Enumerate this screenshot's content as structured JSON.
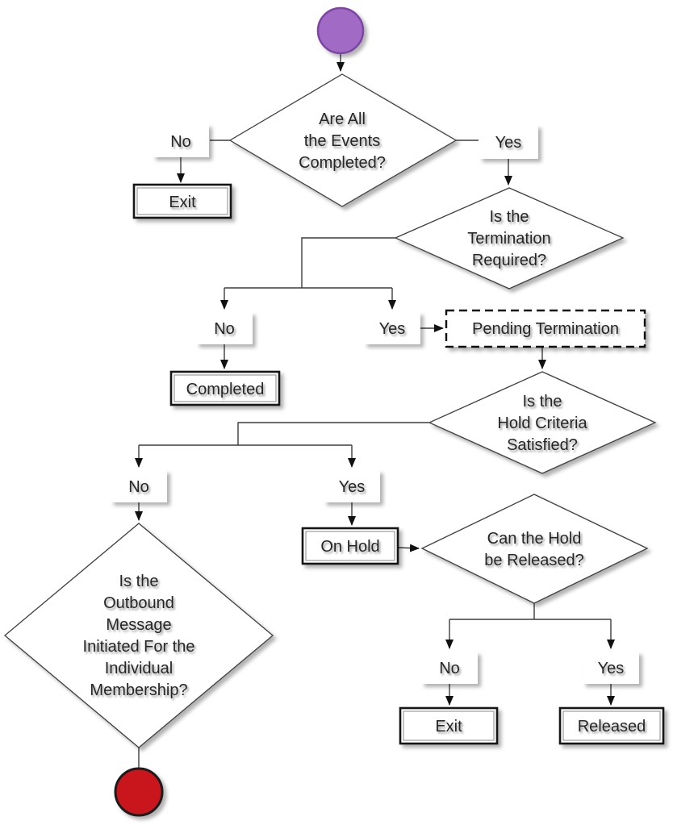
{
  "diagram": {
    "type": "flowchart",
    "colors": {
      "start_fill": "#a16bc5",
      "start_stroke": "#7b44a4",
      "end_fill": "#c9151b",
      "end_stroke": "#1a1a1a",
      "line": "#3d3d3d",
      "text": "#262626",
      "shape_fill": "#ffffff",
      "border": "#161616"
    },
    "nodes": {
      "start": {
        "shape": "circle",
        "semantic": "start"
      },
      "q_events": {
        "shape": "decision",
        "lines": [
          "Are All",
          "the Events",
          "Completed?"
        ]
      },
      "no1": {
        "label": "No"
      },
      "exit1": {
        "label": "Exit"
      },
      "yes1": {
        "label": "Yes"
      },
      "q_termination": {
        "shape": "decision",
        "lines": [
          "Is the",
          "Termination",
          "Required?"
        ]
      },
      "no2": {
        "label": "No"
      },
      "completed": {
        "label": "Completed"
      },
      "yes2": {
        "label": "Yes"
      },
      "pending": {
        "label": "Pending Termination"
      },
      "q_hold": {
        "shape": "decision",
        "lines": [
          "Is the",
          "Hold Criteria",
          "Satisfied?"
        ]
      },
      "no3": {
        "label": "No"
      },
      "yes3": {
        "label": "Yes"
      },
      "q_outbound": {
        "shape": "decision",
        "lines": [
          "Is the",
          "Outbound",
          "Message",
          "Initiated For the",
          "Individual",
          "Membership?"
        ]
      },
      "onhold": {
        "label": "On Hold"
      },
      "q_release": {
        "shape": "decision",
        "lines": [
          "Can the Hold",
          "be Released?"
        ]
      },
      "no4": {
        "label": "No"
      },
      "exit2": {
        "label": "Exit"
      },
      "yes4": {
        "label": "Yes"
      },
      "released": {
        "label": "Released"
      },
      "end": {
        "shape": "circle",
        "semantic": "end"
      }
    }
  }
}
